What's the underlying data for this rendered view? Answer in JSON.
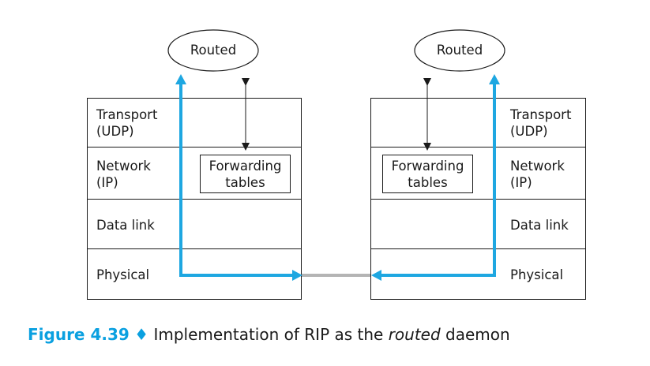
{
  "left_host": {
    "daemon": "Routed",
    "layers": {
      "transport": "Transport\n(UDP)",
      "network": "Network\n(IP)",
      "datalink": "Data link",
      "physical": "Physical"
    },
    "table": "Forwarding\ntables"
  },
  "right_host": {
    "daemon": "Routed",
    "layers": {
      "transport": "Transport\n(UDP)",
      "network": "Network\n(IP)",
      "datalink": "Data link",
      "physical": "Physical"
    },
    "table": "Forwarding\ntables"
  },
  "caption": {
    "number": "Figure 4.39",
    "separator": "♦",
    "text_before": "Implementation of RIP as the",
    "text_italic": "routed",
    "text_after": "daemon"
  },
  "colors": {
    "path": "#1ea7e1",
    "link": "#b4b4b4",
    "stroke": "#1a1a1a",
    "caption_accent": "#0aa0e0"
  }
}
